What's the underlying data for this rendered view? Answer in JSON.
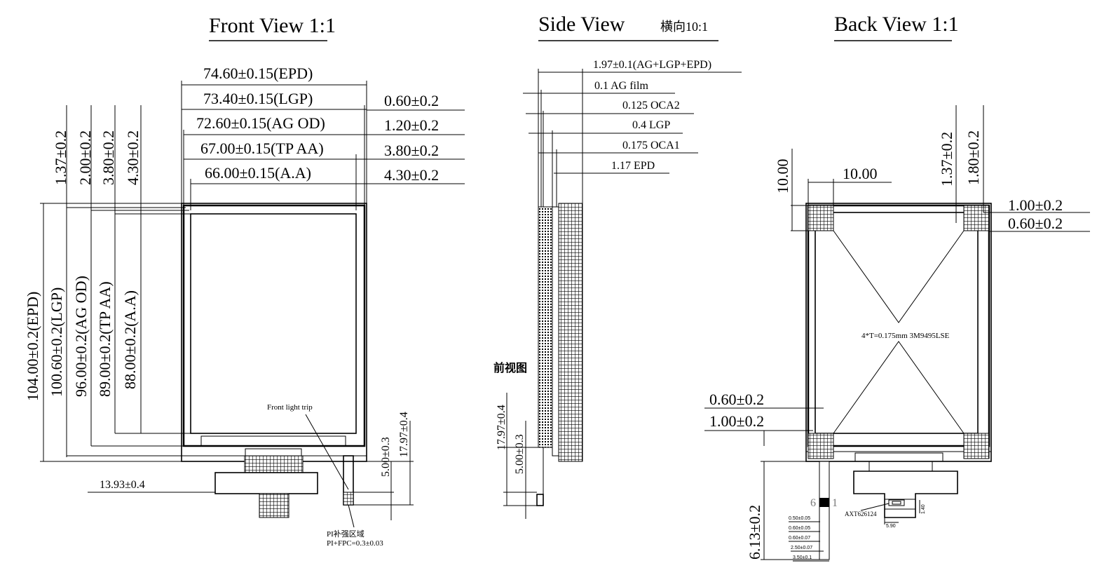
{
  "front": {
    "title": "Front View 1:1",
    "dim_w_epd": "74.60±0.15(EPD)",
    "dim_w_lgp": "73.40±0.15(LGP)",
    "dim_w_ag": "72.60±0.15(AG OD)",
    "dim_w_tp": "67.00±0.15(TP AA)",
    "dim_w_aa": "66.00±0.15(A.A)",
    "dim_r1": "0.60±0.2",
    "dim_r2": "1.20±0.2",
    "dim_r3": "3.80±0.2",
    "dim_r4": "4.30±0.2",
    "dim_t1": "1.37±0.2",
    "dim_t2": "2.00±0.2",
    "dim_t3": "3.80±0.2",
    "dim_t4": "4.30±0.2",
    "dim_h_epd": "104.00±0.2(EPD)",
    "dim_h_lgp": "100.60±0.2(LGP)",
    "dim_h_ag": "96.00±0.2(AG OD)",
    "dim_h_tp": "89.00±0.2(TP AA)",
    "dim_h_aa": "88.00±0.2(A.A)",
    "label_front_light": "Front light trip",
    "dim_fpc_w": "13.93±0.4",
    "dim_tail_1": "5.00±0.3",
    "dim_tail_2": "17.97±0.4",
    "label_pi_1": "PI补强区域",
    "label_pi_2": "PI+FPC=0.3±0.03"
  },
  "side": {
    "title": "Side View",
    "scale": "横向10:1",
    "layer_total": "1.97±0.1(AG+LGP+EPD)",
    "layer_ag": "0.1 AG film",
    "layer_oca2": "0.125 OCA2",
    "layer_lgp": "0.4 LGP",
    "layer_oca1": "0.175 OCA1",
    "layer_epd": "1.17 EPD",
    "label_front": "前视图",
    "dim_tail_2": "17.97±0.4",
    "dim_tail_1": "5.00±0.3"
  },
  "back": {
    "title": "Back View 1:1",
    "dim_sq_w": "10.00",
    "dim_sq_h": "10.00",
    "dim_t1": "1.37±0.2",
    "dim_t2": "1.80±0.2",
    "dim_r1": "1.00±0.2",
    "dim_r2": "0.60±0.2",
    "tape_label": "4*T=0.175mm 3M9495LSE",
    "dim_l1": "0.60±0.2",
    "dim_l2": "1.00±0.2",
    "dim_tail": "6.13±0.2",
    "pin_6": "6",
    "pin_1": "1",
    "pin_dims": [
      "0.50±0.05",
      "0.60±0.05",
      "0.60±0.07",
      "2.50±0.07",
      "3.50±0.1"
    ],
    "connector": "AXT626124",
    "conn_h": "1.40",
    "conn_w": "5.90"
  }
}
